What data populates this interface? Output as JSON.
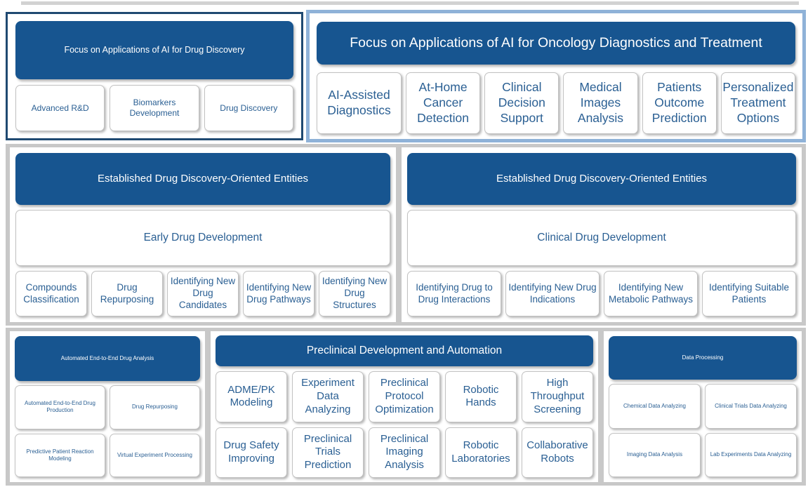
{
  "colors": {
    "header_blue": "#175590",
    "drug_discovery_panel_border": "#1f4971",
    "oncology_panel_border": "#8fb2d8",
    "band_gray": "#c8c8c8",
    "item_text_blue": "#2a5f93",
    "item_border_gray": "#c2c2c2"
  },
  "sections": {
    "drug_discovery": {
      "title": "Focus on Applications of AI for Drug Discovery",
      "items": [
        "Advanced R&D",
        "Biomarkers Development",
        "Drug Discovery"
      ]
    },
    "oncology": {
      "title": "Focus on Applications of AI for Oncology Diagnostics and Treatment",
      "items": [
        "AI-Assisted Diagnostics",
        "At-Home Cancer Detection",
        "Clinical Decision Support",
        "Medical Images Analysis",
        "Patients Outcome Prediction",
        "Personalized Treatment Options"
      ]
    },
    "early_drug": {
      "title": "Established Drug Discovery-Oriented Entities",
      "subtitle": "Early Drug Development",
      "items": [
        "Compounds Classification",
        "Drug Repurposing",
        "Identifying New Drug Candidates",
        "Identifying New Drug Pathways",
        "Identifying New Drug Structures"
      ]
    },
    "clinical_drug": {
      "title": "Established Drug Discovery-Oriented Entities",
      "subtitle": "Clinical Drug Development",
      "items": [
        "Identifying Drug to Drug Interactions",
        "Identifying New Drug Indications",
        "Identifying New Metabolic Pathways",
        "Identifying Suitable Patients"
      ]
    },
    "automated": {
      "title": "Automated End-to-End Drug Analysis",
      "items": [
        "Automated End-to-End Drug Production",
        "Drug Repurposing",
        "Predictive Patient Reaction Modeling",
        "Virtual Experiment Processing"
      ]
    },
    "preclinical": {
      "title": "Preclinical Development and Automation",
      "items": [
        "ADME/PK Modeling",
        "Experiment Data Analyzing",
        "Preclinical Protocol Optimization",
        "Robotic Hands",
        "High Throughput Screening",
        "Drug Safety Improving",
        "Preclinical Trials Prediction",
        "Preclinical Imaging Analysis",
        "Robotic Laboratories",
        "Collaborative Robots"
      ]
    },
    "data_processing": {
      "title": "Data Processing",
      "items": [
        "Chemical Data Analyzing",
        "Clinical Trials Data Analyzing",
        "Imaging Data Analysis",
        "Lab Experiments Data Analyzing"
      ]
    }
  }
}
